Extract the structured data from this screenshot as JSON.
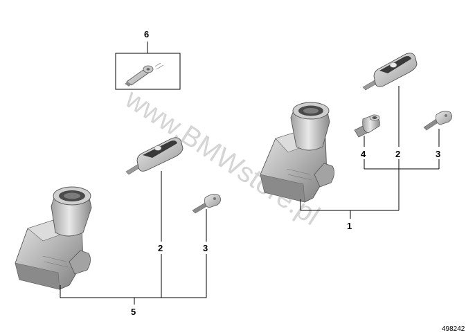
{
  "watermark": "www.BMWstore.pl",
  "reference_number": "498242",
  "callouts": {
    "c1": "1",
    "c2_left": "2",
    "c3_left": "3",
    "c5": "5",
    "c6": "6",
    "c2_right": "2",
    "c3_right": "3",
    "c4": "4"
  },
  "colors": {
    "part_light": "#d4d4d4",
    "part_mid": "#a8a8a8",
    "part_dark": "#6e6e6e",
    "line": "#000000"
  }
}
